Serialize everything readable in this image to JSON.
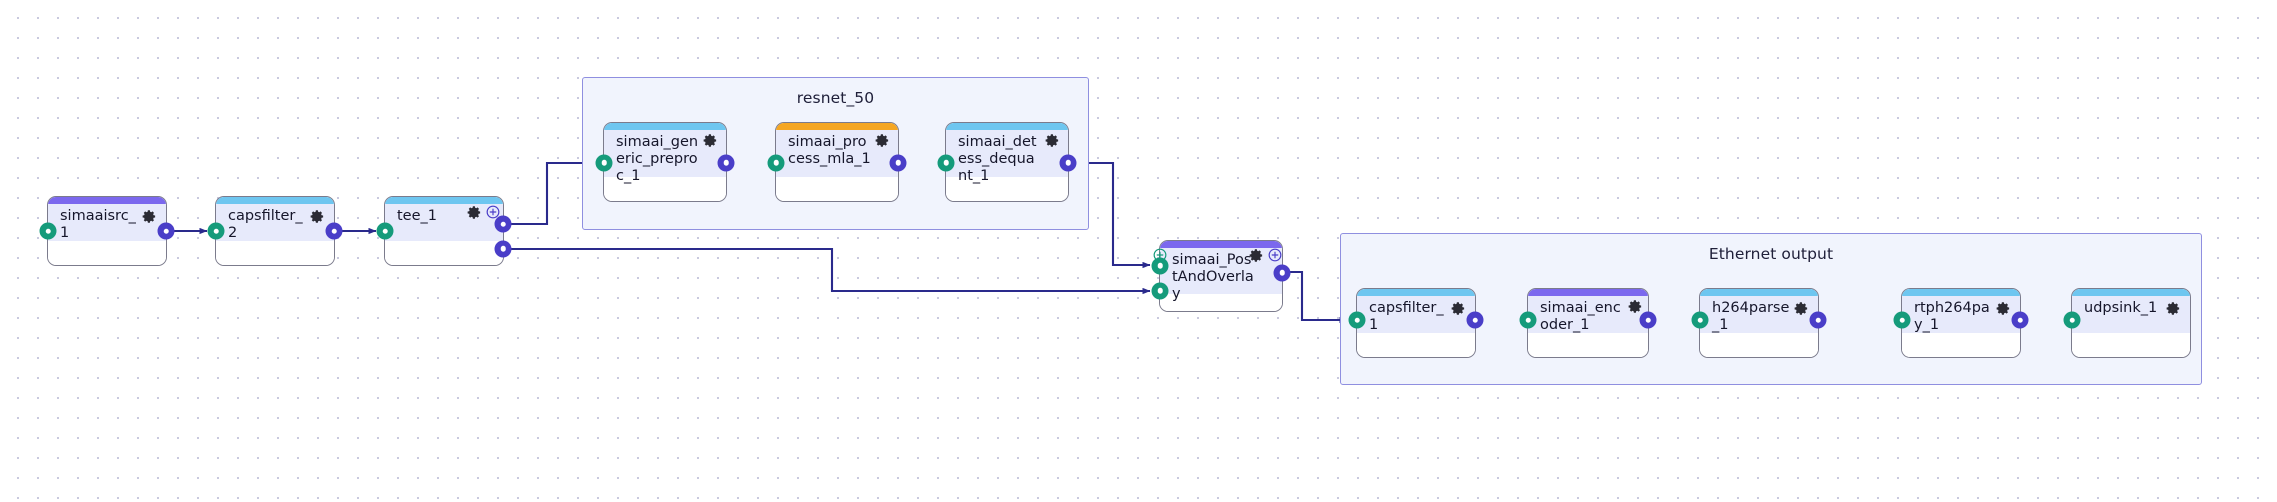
{
  "canvas": {
    "background_color": "#ffffff",
    "dot_color": "#c9c9de",
    "edge_color": "#2a2a8c"
  },
  "colors": {
    "bar_purple": "#7b68ee",
    "bar_blue": "#6ec6f0",
    "bar_orange": "#f5a623",
    "node_head": "#e7eafb",
    "node_body": "#ffffff",
    "port_in": "#159b7b",
    "port_out": "#4a3ec8",
    "group_fill": "#f1f4fd",
    "group_border": "#8f8fe0"
  },
  "groups": [
    {
      "id": "resnet",
      "title": "resnet_50"
    },
    {
      "id": "ethernet",
      "title": "Ethernet output"
    }
  ],
  "nodes": [
    {
      "id": "simaaisrc_1",
      "label": "simaaisrc_1",
      "bar": "purple",
      "gear": "gear-icon"
    },
    {
      "id": "capsfilter_2",
      "label": "capsfilter_2",
      "bar": "blue",
      "gear": "gear-icon"
    },
    {
      "id": "tee_1",
      "label": "tee_1",
      "bar": "blue",
      "gear": "gear-icon"
    },
    {
      "id": "simaai_generic_preproc_1",
      "label": "simaai_generic_preproc_1",
      "bar": "blue",
      "gear": "gear-icon"
    },
    {
      "id": "simaai_process_mla_1",
      "label": "simaai_process_mla_1",
      "bar": "orange",
      "gear": "gear-icon"
    },
    {
      "id": "simaai_detess_dequant_1",
      "label": "simaai_detess_dequant_1",
      "bar": "blue",
      "gear": "gear-icon"
    },
    {
      "id": "simaai_PostAndOverlay",
      "label": "simaai_PostAndOverlay",
      "bar": "purple",
      "gear": "gear-icon"
    },
    {
      "id": "capsfilter_1",
      "label": "capsfilter_1",
      "bar": "blue",
      "gear": "gear-icon"
    },
    {
      "id": "simaai_encoder_1",
      "label": "simaai_encoder_1",
      "bar": "purple",
      "gear": "gear-icon"
    },
    {
      "id": "h264parse_1",
      "label": "h264parse_1",
      "bar": "blue",
      "gear": "gear-icon"
    },
    {
      "id": "rtph264pay_1",
      "label": "rtph264pay_1",
      "bar": "blue",
      "gear": "gear-icon"
    },
    {
      "id": "udpsink_1",
      "label": "udpsink_1",
      "bar": "blue",
      "gear": "gear-icon"
    }
  ],
  "edges": [
    {
      "from": "simaaisrc_1",
      "to": "capsfilter_2"
    },
    {
      "from": "capsfilter_2",
      "to": "tee_1"
    },
    {
      "from": "tee_1",
      "to": "simaai_generic_preproc_1"
    },
    {
      "from": "tee_1",
      "to": "simaai_PostAndOverlay"
    },
    {
      "from": "simaai_generic_preproc_1",
      "to": "simaai_process_mla_1"
    },
    {
      "from": "simaai_process_mla_1",
      "to": "simaai_detess_dequant_1"
    },
    {
      "from": "simaai_detess_dequant_1",
      "to": "simaai_PostAndOverlay"
    },
    {
      "from": "simaai_PostAndOverlay",
      "to": "capsfilter_1"
    },
    {
      "from": "capsfilter_1",
      "to": "simaai_encoder_1"
    },
    {
      "from": "simaai_encoder_1",
      "to": "h264parse_1"
    },
    {
      "from": "h264parse_1",
      "to": "rtph264pay_1"
    },
    {
      "from": "rtph264pay_1",
      "to": "udpsink_1"
    }
  ]
}
